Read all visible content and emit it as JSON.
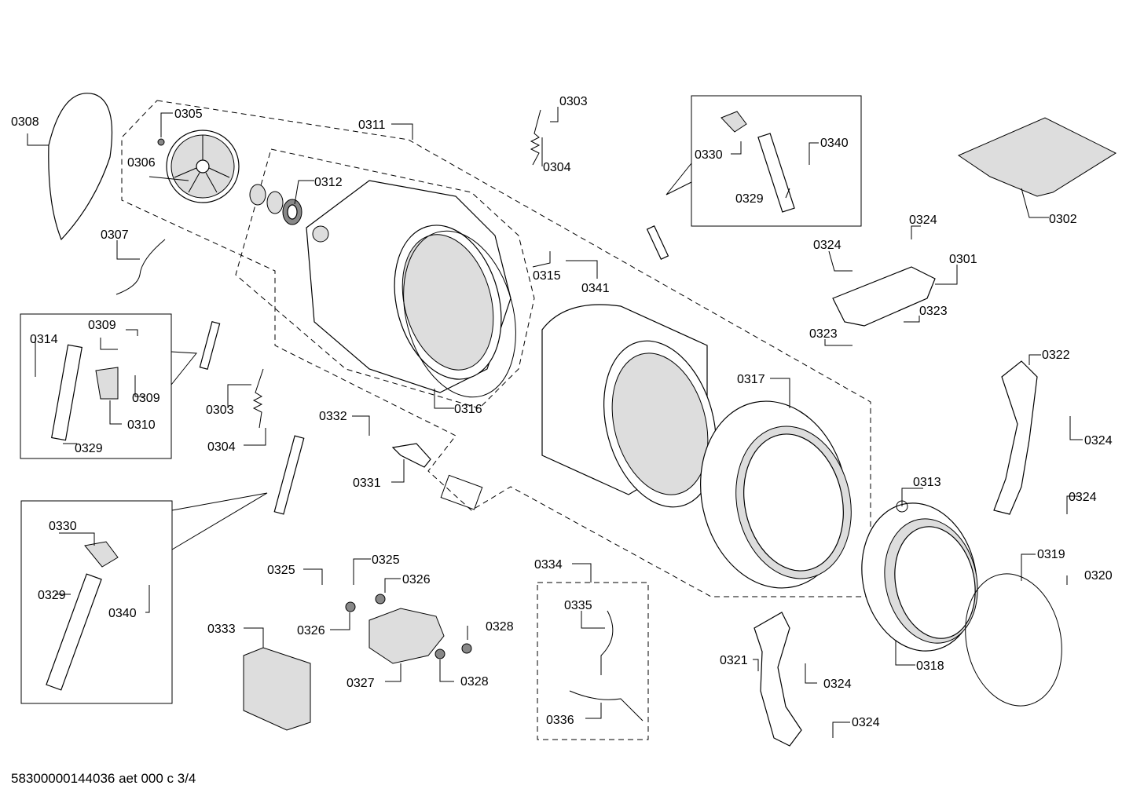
{
  "labels": {
    "p0308": "0308",
    "p0305": "0305",
    "p0306": "0306",
    "p0311": "0311",
    "p0312": "0312",
    "p0303a": "0303",
    "p0304a": "0304",
    "p0330a": "0330",
    "p0340a": "0340",
    "p0329a": "0329",
    "p0302": "0302",
    "p0324a": "0324",
    "p0324b": "0324",
    "p0301": "0301",
    "p0307": "0307",
    "p0315": "0315",
    "p0341": "0341",
    "p0323a": "0323",
    "p0323b": "0323",
    "p0314": "0314",
    "p0309a": "0309",
    "p0309b": "0309",
    "p0310": "0310",
    "p0329b": "0329",
    "p0303b": "0303",
    "p0304b": "0304",
    "p0316": "0316",
    "p0332": "0332",
    "p0331": "0331",
    "p0317": "0317",
    "p0322": "0322",
    "p0324c": "0324",
    "p0313": "0313",
    "p0324d": "0324",
    "p0330b": "0330",
    "p0329c": "0329",
    "p0340b": "0340",
    "p0325a": "0325",
    "p0325b": "0325",
    "p0326a": "0326",
    "p0326b": "0326",
    "p0334": "0334",
    "p0319": "0319",
    "p0320": "0320",
    "p0335": "0335",
    "p0333": "0333",
    "p0328a": "0328",
    "p0328b": "0328",
    "p0327": "0327",
    "p0321": "0321",
    "p0324e": "0324",
    "p0318": "0318",
    "p0336": "0336",
    "p0324f": "0324"
  },
  "footer": "58300000144036 aet 000 c 3/4"
}
